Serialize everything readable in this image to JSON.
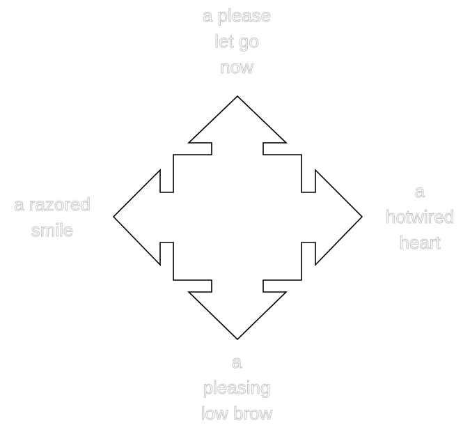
{
  "labels": {
    "top": [
      "a please",
      "let go",
      "now"
    ],
    "right": [
      "a",
      "hotwired",
      "heart"
    ],
    "bottom": [
      "a",
      "pleasing",
      "low brow"
    ],
    "left": [
      "a razored",
      "smile"
    ]
  },
  "colors": {
    "outline": "#000000",
    "label_fill": "#ffffff",
    "label_stroke": "#c8c8c8"
  }
}
